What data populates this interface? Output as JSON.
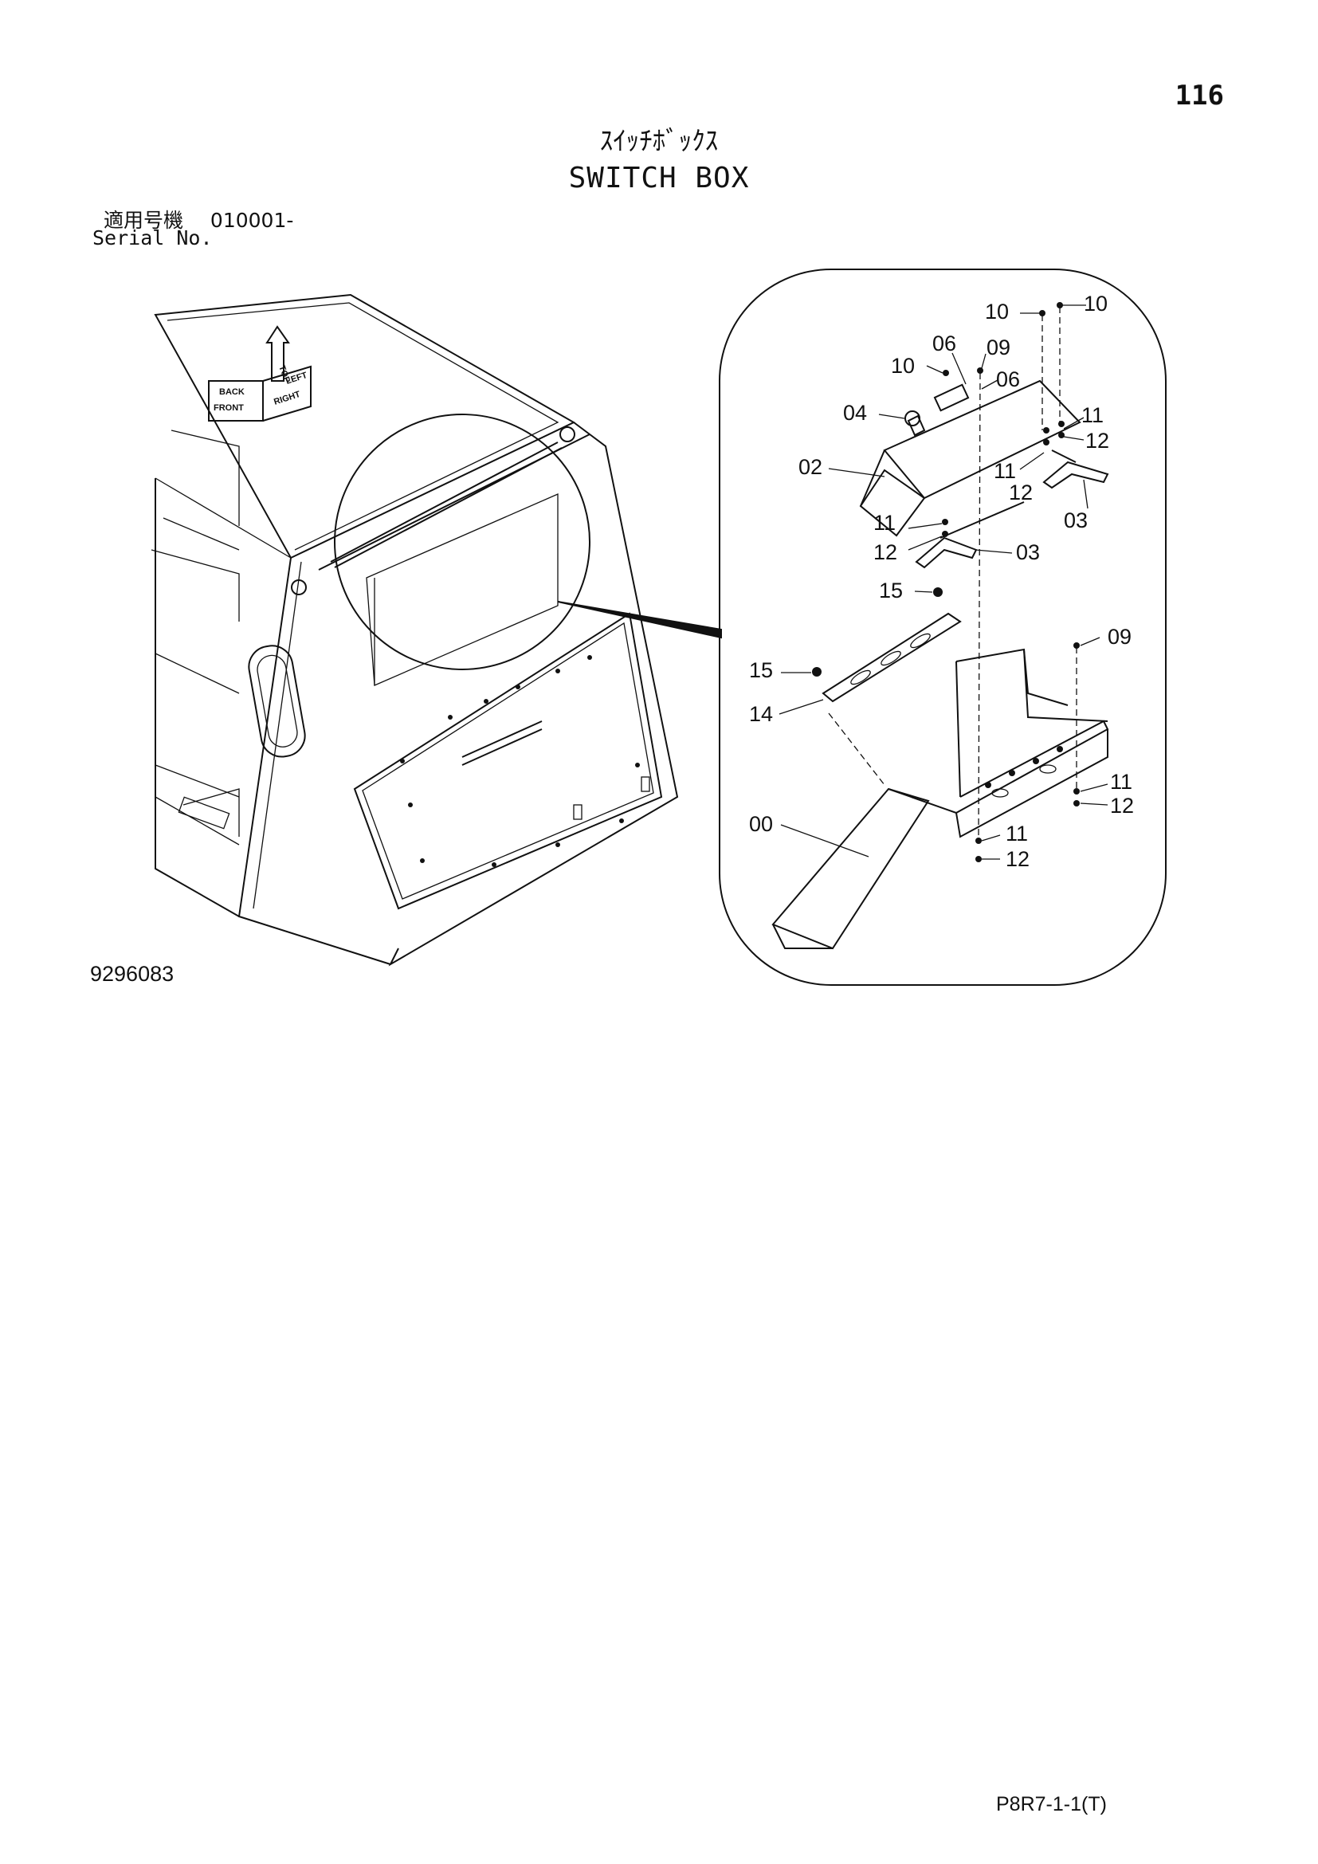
{
  "header": {
    "page_number": "116",
    "title_ja": "ｽｲｯﾁﾎﾞｯｸｽ",
    "title_en": "SWITCH BOX",
    "serial_label_ja": "適用号機",
    "serial_value": "010001-",
    "serial_label_en": "Serial No."
  },
  "orientation_icon": {
    "labels": [
      "TOP",
      "FRONT",
      "RIGHT",
      "LEFT",
      "BACK"
    ]
  },
  "detail_callouts": [
    "10",
    "10",
    "06",
    "09",
    "10",
    "06",
    "04",
    "11",
    "12",
    "02",
    "11",
    "12",
    "03",
    "11",
    "12",
    "03",
    "15",
    "09",
    "15",
    "14",
    "11",
    "12",
    "00",
    "11",
    "12"
  ],
  "footer": {
    "drawing_number": "9296083",
    "page_code": "P8R7-1-1(T)"
  }
}
